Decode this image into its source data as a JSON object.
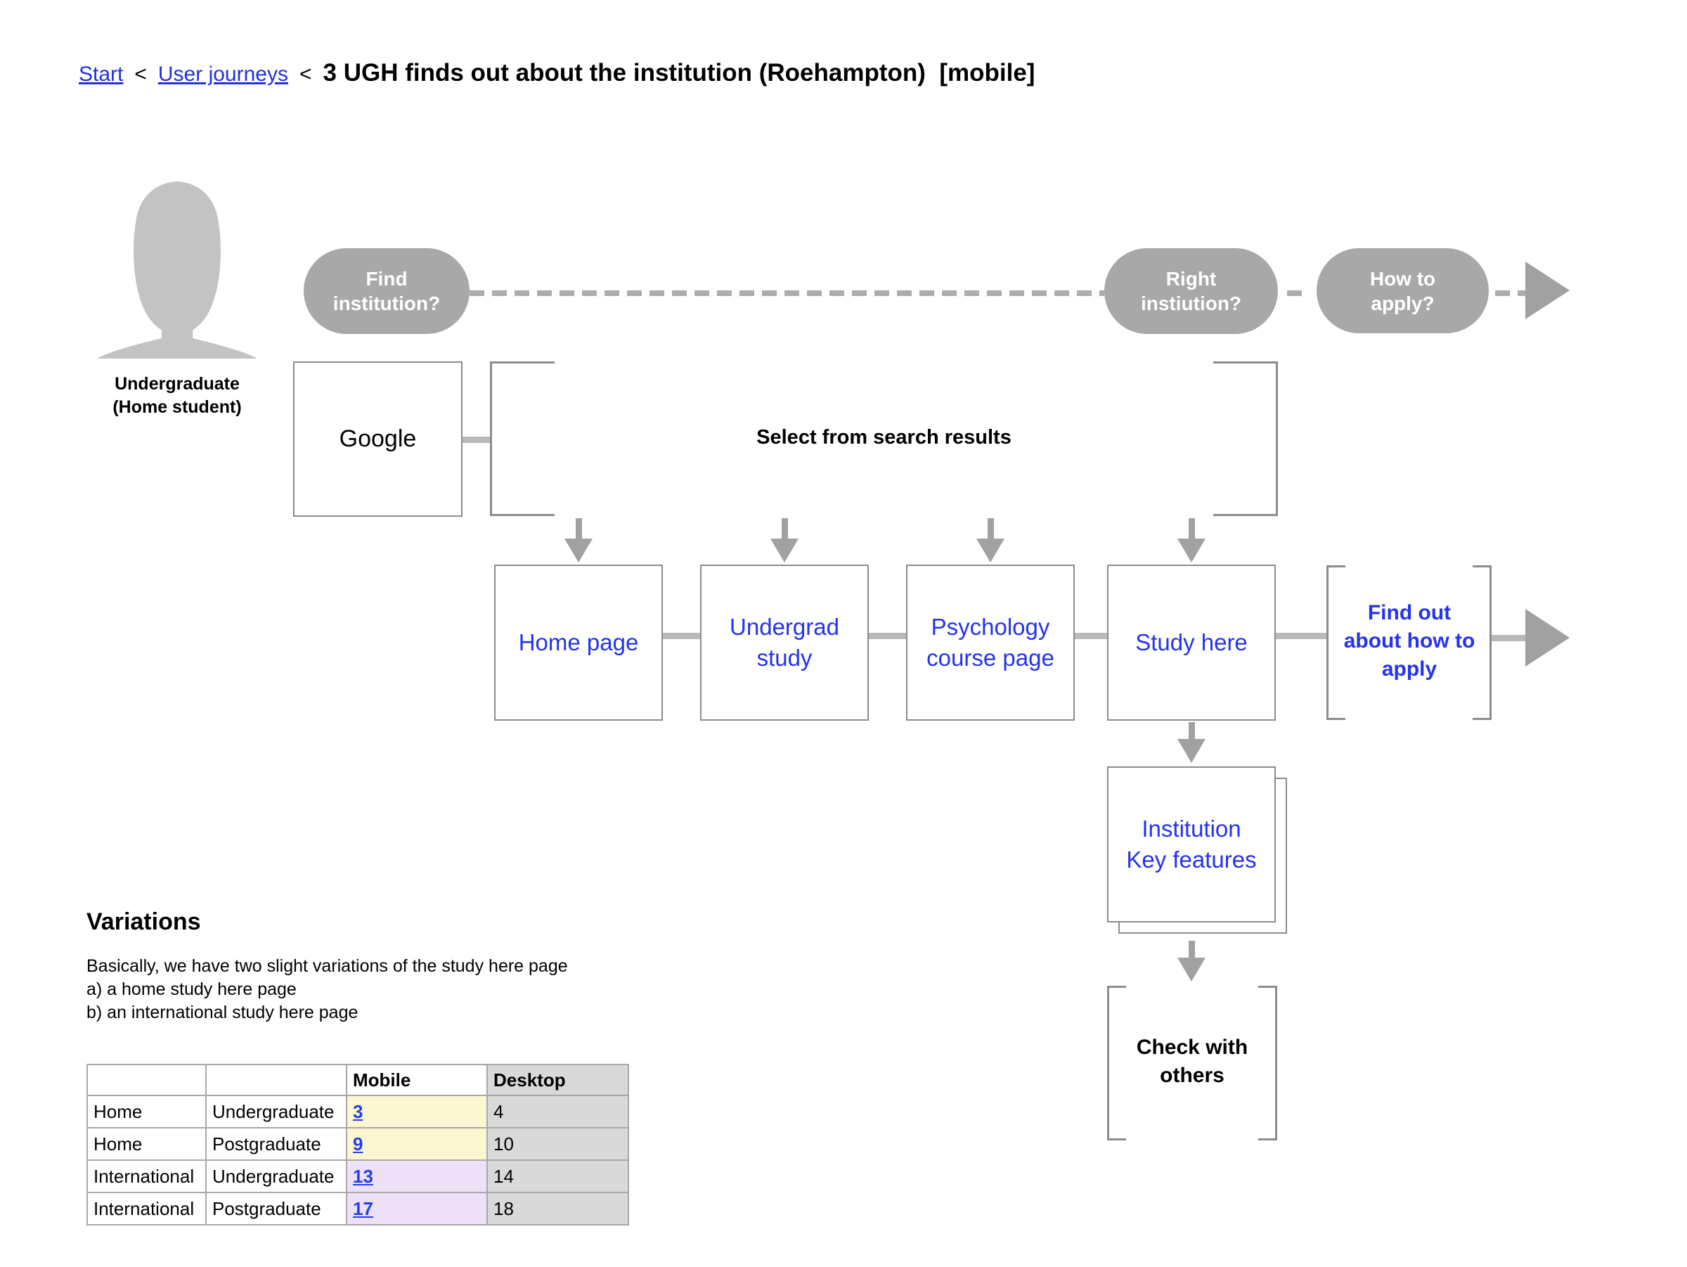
{
  "breadcrumb": {
    "links": [
      {
        "label": "Start"
      },
      {
        "label": "User journeys"
      }
    ],
    "separator": "<",
    "title": "3 UGH finds out about the institution (Roehampton)  [mobile]"
  },
  "persona": {
    "label": "Undergraduate\n(Home student)",
    "icon": "person-silhouette-icon"
  },
  "journey": {
    "stages": [
      {
        "label": "Find\ninstitution?"
      },
      {
        "label": "Right\ninstiution?"
      },
      {
        "label": "How to\napply?"
      }
    ]
  },
  "flow": {
    "google": {
      "label": "Google"
    },
    "select_note": "Select from search results",
    "home_page": {
      "label": "Home page"
    },
    "undergrad": {
      "label": "Undergrad\nstudy"
    },
    "psychology": {
      "label": "Psychology\ncourse page"
    },
    "study_here": {
      "label": "Study here"
    },
    "find_out": {
      "label": "Find out\nabout how to\napply"
    },
    "institution": {
      "label": "Institution\nKey features"
    },
    "check_with_others": {
      "label": "Check with\nothers"
    }
  },
  "variations": {
    "heading": "Variations",
    "body": "Basically, we have two slight variations of the study here page\na) a home study here page\nb) an international study here page"
  },
  "table": {
    "headers": [
      "",
      "",
      "Mobile",
      "Desktop"
    ],
    "rows": [
      {
        "cells": [
          "Home",
          "Undergraduate",
          "3",
          "4"
        ]
      },
      {
        "cells": [
          "Home",
          "Postgraduate",
          "9",
          "10"
        ]
      },
      {
        "cells": [
          "International",
          "Undergraduate",
          "13",
          "14"
        ]
      },
      {
        "cells": [
          "International",
          "Postgraduate",
          "17",
          "18"
        ]
      }
    ]
  },
  "colors": {
    "diagram_blue": "#2433ec",
    "link_blue": "#2230e0",
    "stage_pill_gray": "#a8a8a8",
    "arrow_gray": "#a1a1a1",
    "connector_gray": "#b9b9b9",
    "line_gray": "#8c8c8c",
    "silhouette_gray": "#c3c3c3",
    "mobile_home_highlight": "#fdf6d2",
    "mobile_international_highlight": "#eee0f6",
    "desktop_column_gray": "#d9d9d9"
  }
}
